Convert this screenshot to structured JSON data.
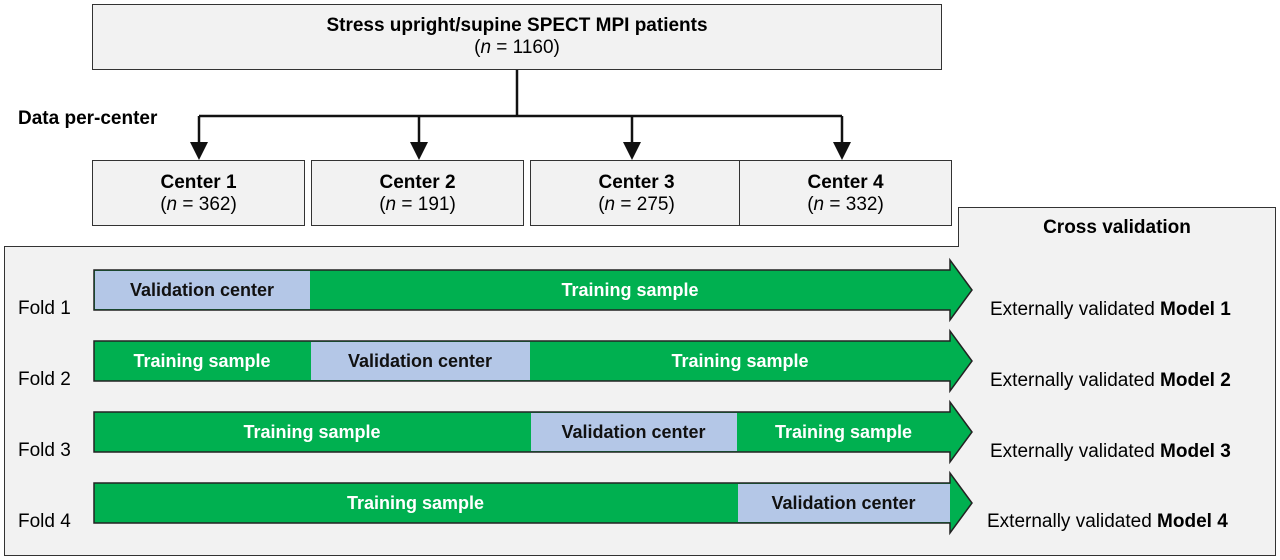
{
  "top": {
    "title": "Stress upright/supine SPECT MPI patients",
    "n_label": "n",
    "n_value": " = 1160",
    "paren_open": "(",
    "paren_close": ")"
  },
  "data_per_center_label": "Data per-center",
  "centers": [
    {
      "name": "Center 1",
      "n": " = 362"
    },
    {
      "name": "Center 2",
      "n": " = 191"
    },
    {
      "name": "Center 3",
      "n": " = 275"
    },
    {
      "name": "Center 4",
      "n": " = 332"
    }
  ],
  "cross_validation_label": "Cross validation",
  "folds": [
    {
      "label": "Fold 1",
      "segments": [
        {
          "text": "Validation center",
          "kind": "validation"
        },
        {
          "text": "Training sample",
          "kind": "training"
        }
      ],
      "model_prefix": "Externally validated ",
      "model_name": "Model 1"
    },
    {
      "label": "Fold 2",
      "segments": [
        {
          "text": "Training sample",
          "kind": "training"
        },
        {
          "text": "Validation center",
          "kind": "validation"
        },
        {
          "text": "Training sample",
          "kind": "training"
        }
      ],
      "model_prefix": "Externally validated ",
      "model_name": "Model 2"
    },
    {
      "label": "Fold 3",
      "segments": [
        {
          "text": "Training sample",
          "kind": "training"
        },
        {
          "text": "Validation center",
          "kind": "validation"
        },
        {
          "text": "Training sample",
          "kind": "training"
        }
      ],
      "model_prefix": "Externally validated ",
      "model_name": "Model 3"
    },
    {
      "label": "Fold 4",
      "segments": [
        {
          "text": "Training sample",
          "kind": "training"
        },
        {
          "text": "Validation center",
          "kind": "validation"
        }
      ],
      "model_prefix": "Externally validated ",
      "model_name": "Model 4"
    }
  ],
  "colors": {
    "training": "#00b050",
    "validation": "#b4c7e7",
    "box_fill": "#f2f2f2",
    "border": "#333333"
  }
}
